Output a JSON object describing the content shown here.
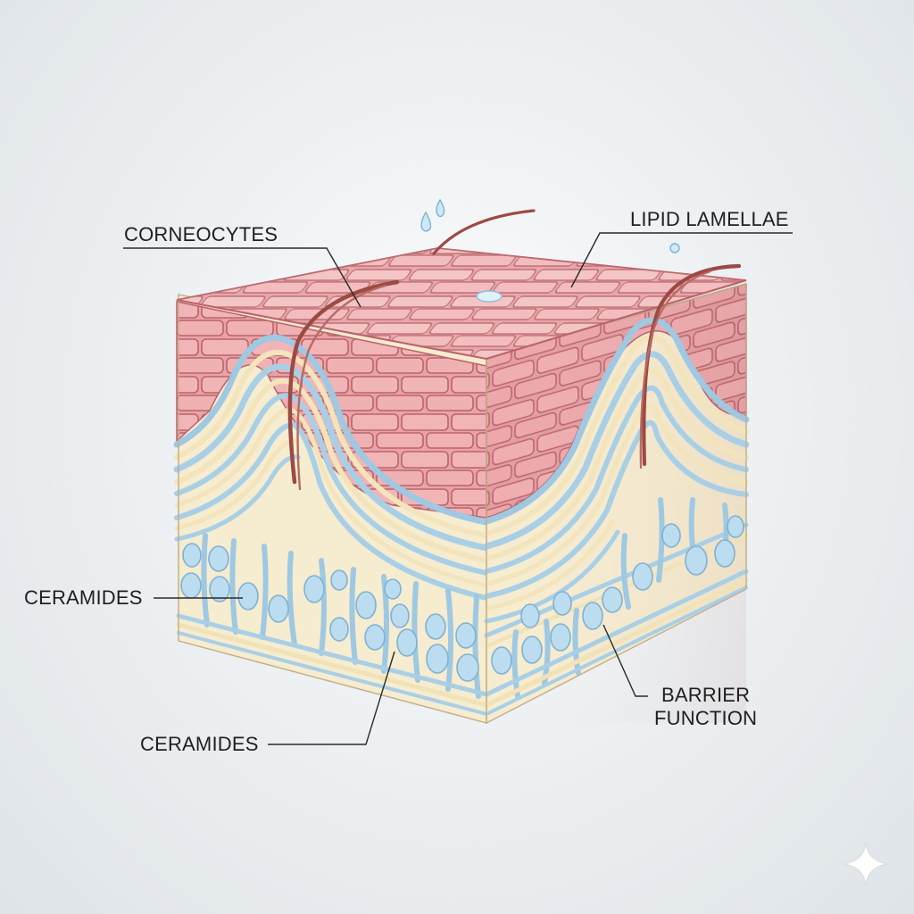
{
  "labels": {
    "corneocytes": "CORNEOCYTES",
    "lipid_lamellae": "LIPID LAMELLAE",
    "ceramides_left": "CERAMIDES",
    "ceramides_bottom": "CERAMIDES",
    "barrier_line1": "BARRIER",
    "barrier_line2": "FUNCTION"
  },
  "colors": {
    "background": "#eef1f3",
    "corneocyte_fill": "#efaeb0",
    "corneocyte_outline": "#b9646b",
    "lipid_blue": "#a9cfe6",
    "lipid_cream": "#f7ecc9",
    "ceramide_bubble": "#bcdcef",
    "hair": "#9c4a44"
  },
  "icons": {
    "corner_mark": "sparkle-icon",
    "droplets": "water-droplet-icon"
  }
}
